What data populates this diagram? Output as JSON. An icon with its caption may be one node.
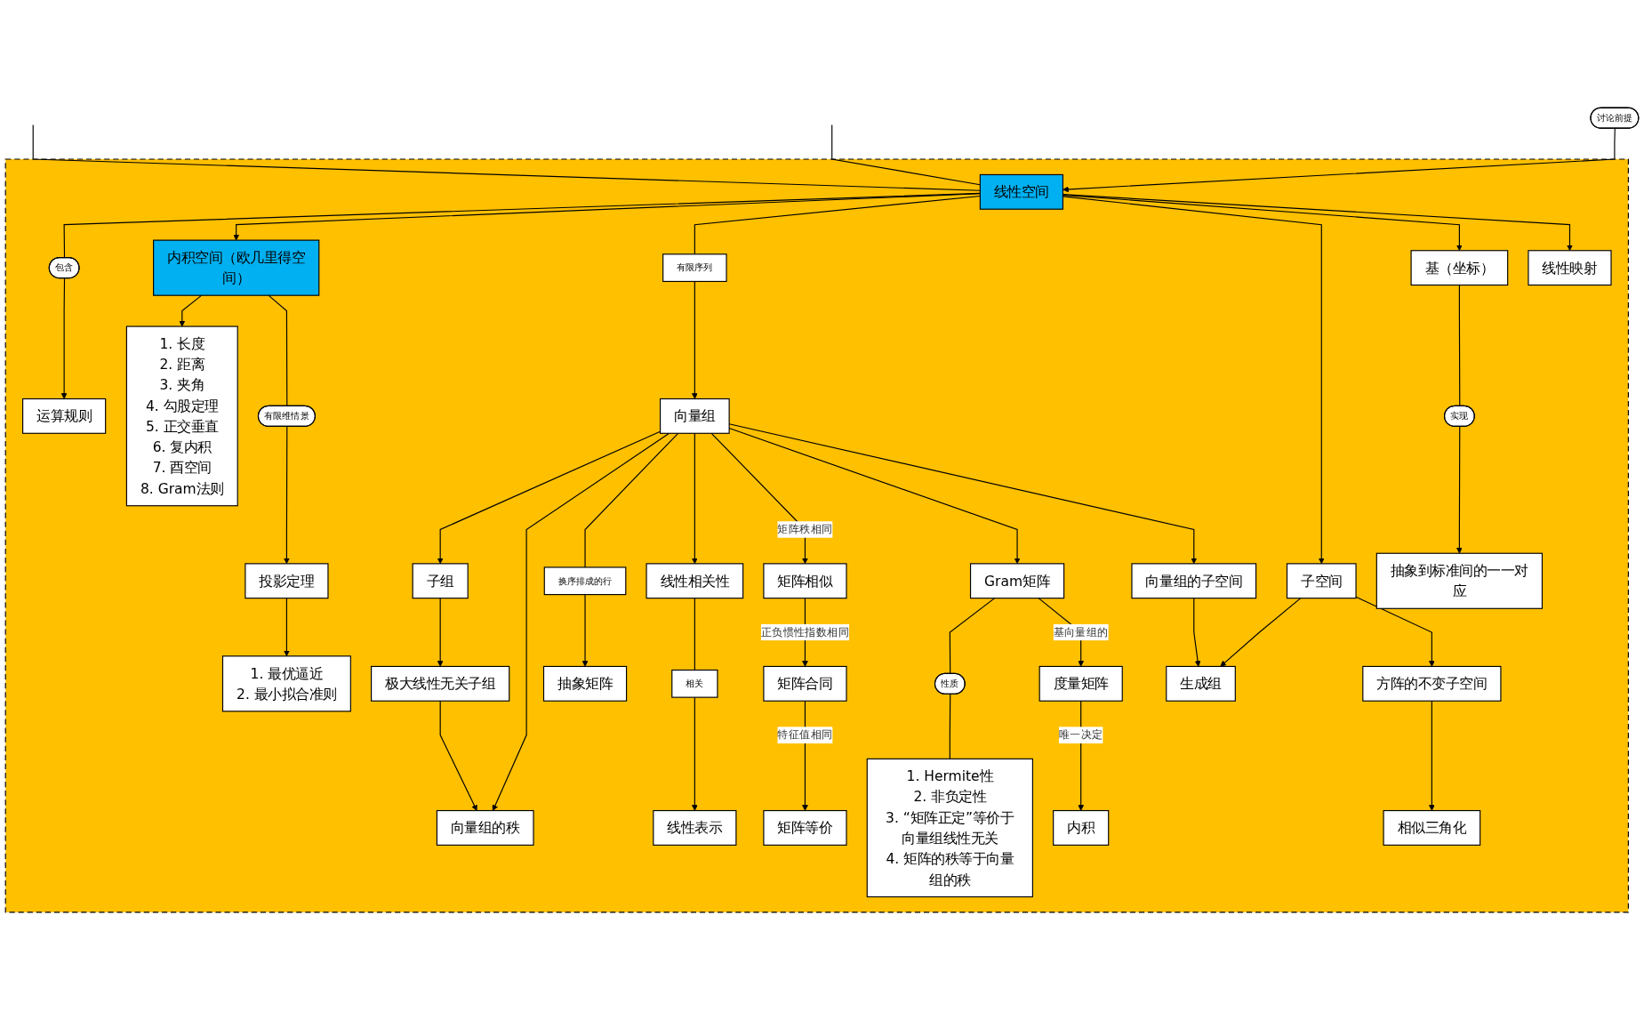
{
  "diagram": {
    "nodes": [
      {
        "text": [],
        "shape": "box"
      },
      {
        "text": [
          "讨论前提"
        ]
      },
      {
        "text": [
          "运算规则"
        ],
        "in": 0
      },
      {
        "text": [
          "包含"
        ],
        "in": 0
      },
      {
        "text": [
          "线性空间"
        ],
        "in": 0
      },
      {
        "text": [
          "内积空间（欧几里得空间）"
        ],
        "in": 0
      },
      {
        "text": [
          "1. 长度",
          "2. 距离",
          "3. 夹角",
          "4. 勾股定理",
          "5. 正交垂直",
          "6. 复内积",
          "7. 酉空间",
          "8. Gram法则"
        ],
        "in": 0
      },
      {
        "text": [
          "有限序列"
        ],
        "in": 0
      },
      {
        "text": [
          "极大线性无关子组"
        ],
        "in": 0
      },
      {
        "text": [
          "子组"
        ],
        "in": 0
      },
      {
        "text": [
          "向量组"
        ],
        "in": 0
      },
      {
        "text": [
          "基（坐标）"
        ],
        "in": 0
      },
      {
        "text": [
          "线性映射"
        ],
        "in": 0
      },
      {
        "text": [
          "向量组的秩"
        ],
        "in": 0
      },
      {
        "text": [
          "实现"
        ],
        "in": 0
      },
      {
        "text": [
          "有限维情景"
        ],
        "in": 0
      },
      {
        "text": [
          "投影定理"
        ],
        "in": 0
      },
      {
        "text": [
          "抽象矩阵"
        ],
        "in": 0
      },
      {
        "text": [
          "换序排成的行"
        ],
        "in": 0
      },
      {
        "text": [
          "向量组的子空间"
        ],
        "in": 0
      },
      {
        "text": [
          "子空间"
        ],
        "in": 0
      },
      {
        "text": [
          "抽象到标准间的一一对应"
        ],
        "in": 0
      },
      {
        "text": [
          "1. 最优逼近",
          "2. 最小拟合准则"
        ],
        "in": 0
      },
      {
        "text": [
          "线性相关性"
        ],
        "in": 0
      },
      {
        "text": [
          "生成组"
        ],
        "in": 0
      },
      {
        "text": [
          "矩阵相似"
        ],
        "in": 0
      },
      {
        "text": [
          "Gram矩阵"
        ],
        "in": 0
      },
      {
        "text": [
          "方阵的不变子空间"
        ],
        "in": 0
      },
      {
        "text": [
          "相似三角化"
        ],
        "in": 0
      },
      {
        "text": [
          "相关"
        ],
        "in": 0
      },
      {
        "text": [
          "线性表示"
        ],
        "in": 0
      },
      {
        "text": [
          "矩阵合同"
        ],
        "in": 0
      },
      {
        "text": [
          "1. Hermite性",
          "2. 非负定性",
          "3. “矩阵正定”等价于向量组线性无关",
          "4. 矩阵的秩等于向量组的秩"
        ],
        "in": 0
      },
      {
        "text": [
          "性质"
        ],
        "in": 0
      },
      {
        "text": [
          "矩阵等价"
        ],
        "in": 0
      },
      {
        "text": [
          "度量矩阵"
        ],
        "in": 0
      },
      {
        "text": [
          "内积"
        ],
        "in": 0
      }
    ],
    "edges": [
      {
        "from": 4,
        "to": null,
        "arrow": "none"
      },
      {
        "from": 4,
        "to": null,
        "arrow": "none"
      },
      {
        "from": 1,
        "to": 4,
        "arrow": "to"
      },
      {
        "from": 4,
        "to": 3,
        "arrow": "none"
      },
      {
        "from": 3,
        "to": 2,
        "arrow": "to"
      },
      {
        "from": 4,
        "to": 5,
        "arrow": "to"
      },
      {
        "from": 5,
        "to": 6,
        "arrow": "to"
      },
      {
        "from": 4,
        "to": 7,
        "arrow": "none"
      },
      {
        "from": 7,
        "to": 10,
        "arrow": "to"
      },
      {
        "from": 10,
        "to": 9,
        "arrow": "to"
      },
      {
        "from": 9,
        "to": 8,
        "arrow": "to"
      },
      {
        "from": 8,
        "to": 13,
        "arrow": "to"
      },
      {
        "from": 10,
        "to": 13,
        "arrow": "to"
      },
      {
        "from": 10,
        "to": 18,
        "arrow": "none"
      },
      {
        "from": 18,
        "to": 17,
        "arrow": "to"
      },
      {
        "from": 10,
        "to": 23,
        "arrow": "to"
      },
      {
        "from": 10,
        "to": 25,
        "arrow": "to",
        "label": "矩阵秩相同"
      },
      {
        "from": 10,
        "to": 26,
        "arrow": "to"
      },
      {
        "from": 10,
        "to": 19,
        "arrow": "to"
      },
      {
        "from": 4,
        "to": 20,
        "arrow": "to"
      },
      {
        "from": 4,
        "to": 11,
        "arrow": "to"
      },
      {
        "from": 4,
        "to": 12,
        "arrow": "to"
      },
      {
        "from": 11,
        "to": 14,
        "arrow": "none"
      },
      {
        "from": 14,
        "to": 21,
        "arrow": "to"
      },
      {
        "from": 5,
        "to": 15,
        "arrow": "none"
      },
      {
        "from": 15,
        "to": 16,
        "arrow": "to"
      },
      {
        "from": 16,
        "to": 22,
        "arrow": "to"
      },
      {
        "from": 19,
        "to": 24,
        "arrow": "to"
      },
      {
        "from": 20,
        "to": 24,
        "arrow": "to"
      },
      {
        "from": 20,
        "to": 27,
        "arrow": "to"
      },
      {
        "from": 27,
        "to": 28,
        "arrow": "to"
      },
      {
        "from": 23,
        "to": 29,
        "arrow": "none"
      },
      {
        "from": 29,
        "to": 30,
        "arrow": "to"
      },
      {
        "from": 25,
        "to": 31,
        "arrow": "to",
        "label": "正负惯性指数相同"
      },
      {
        "from": 31,
        "to": 34,
        "arrow": "to",
        "label": "特征值相同"
      },
      {
        "from": 26,
        "to": 33,
        "arrow": "none"
      },
      {
        "from": 33,
        "to": 32,
        "arrow": "none"
      },
      {
        "from": 26,
        "to": 35,
        "arrow": "to",
        "label": "基向量组的"
      },
      {
        "from": 35,
        "to": 36,
        "arrow": "to",
        "label": "唯一决定"
      }
    ]
  }
}
